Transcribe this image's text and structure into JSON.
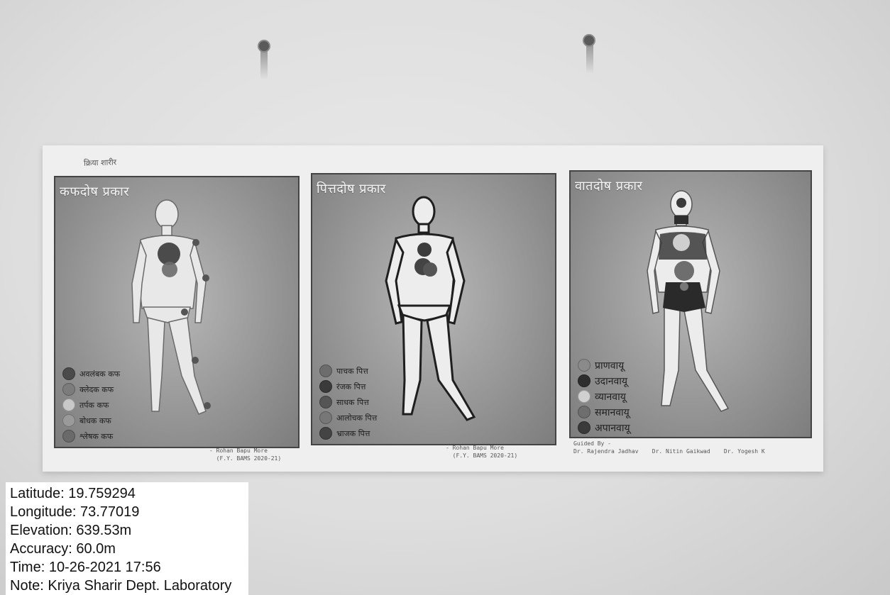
{
  "photo_note": "क्रिया शारीर",
  "posters": [
    {
      "title": "कफदोष प्रकार",
      "legend": [
        {
          "label": "अवलंबक कफ",
          "color": "#4a4a4a"
        },
        {
          "label": "क्लेदक कफ",
          "color": "#7c7c7c"
        },
        {
          "label": "तर्पक कफ",
          "color": "#c8c8c8"
        },
        {
          "label": "बोधक कफ",
          "color": "#9a9a9a"
        },
        {
          "label": "श्लेषक कफ",
          "color": "#6a6a6a"
        }
      ],
      "credit": "- Rohan Bapu More\n  (F.Y. BAMS 2020-21)"
    },
    {
      "title": "पित्तदोष प्रकार",
      "legend": [
        {
          "label": "पाचक पित्त",
          "color": "#6d6d6d"
        },
        {
          "label": "रंजक पित्त",
          "color": "#3a3a3a"
        },
        {
          "label": "साधक पित्त",
          "color": "#555555"
        },
        {
          "label": "आलोचक पित्त",
          "color": "#777777"
        },
        {
          "label": "भ्राजक पित्त",
          "color": "#444444"
        }
      ],
      "credit": "- Rohan Bapu More\n  (F.Y. BAMS 2020-21)"
    },
    {
      "title": "वातदोष प्रकार",
      "legend": [
        {
          "label": "प्राणवायू",
          "color": "#8a8a8a"
        },
        {
          "label": "उदानवायू",
          "color": "#2e2e2e"
        },
        {
          "label": "व्यानवायू",
          "color": "#d0d0d0"
        },
        {
          "label": "समानवायू",
          "color": "#6e6e6e"
        },
        {
          "label": "अपानवायू",
          "color": "#3a3a3a"
        }
      ],
      "credit": "Guided By -\nDr. Rajendra Jadhav    Dr. Nitin Gaikwad    Dr. Yogesh K"
    }
  ],
  "gps": {
    "latitude": "Latitude: 19.759294",
    "longitude": "Longitude: 73.77019",
    "elevation": "Elevation: 639.53m",
    "accuracy": "Accuracy: 60.0m",
    "time": "Time: 10-26-2021 17:56",
    "note": "Note: Kriya Sharir Dept. Laboratory"
  }
}
